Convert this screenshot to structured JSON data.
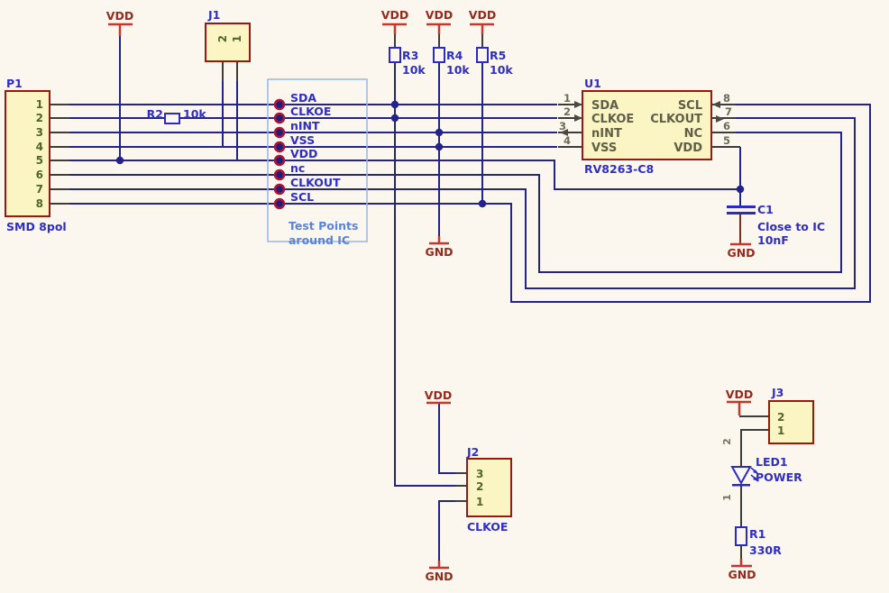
{
  "palette": {
    "background": "#fbf7ee",
    "wire_blue": "#23238b",
    "pin_stub": "#3c3c38",
    "component_fill": "#fbf4c3",
    "component_border": "#9c180c",
    "supply_red": "#c5372b",
    "supply_text_red": "#962a1c",
    "label_blue": "#2e2ec4",
    "label_light_blue": "#5b84d8",
    "pin_number_green": "#50652b",
    "pin_number_gray": "#6f6a58",
    "glyph_blue": "#2a2ac9",
    "testpoint_ring": "#b01335"
  },
  "labels": {
    "vdd": "VDD",
    "gnd": "GND"
  },
  "p1": {
    "ref": "P1",
    "value": "SMD 8pol",
    "pins": [
      "1",
      "2",
      "3",
      "4",
      "5",
      "6",
      "7",
      "8"
    ]
  },
  "j1": {
    "ref": "J1",
    "pins": [
      "2",
      "1"
    ]
  },
  "r2": {
    "ref": "R2",
    "value": "10k"
  },
  "r3": {
    "ref": "R3",
    "value": "10k"
  },
  "r4": {
    "ref": "R4",
    "value": "10k"
  },
  "r5": {
    "ref": "R5",
    "value": "10k"
  },
  "u1": {
    "ref": "U1",
    "value": "RV8263-C8",
    "left_pins": [
      {
        "num": "1",
        "name": "SDA"
      },
      {
        "num": "2",
        "name": "CLKOE"
      },
      {
        "num": "3",
        "name": "nINT"
      },
      {
        "num": "4",
        "name": "VSS"
      }
    ],
    "right_pins": [
      {
        "num": "8",
        "name": "SCL"
      },
      {
        "num": "7",
        "name": "CLKOUT"
      },
      {
        "num": "6",
        "name": "NC"
      },
      {
        "num": "5",
        "name": "VDD"
      }
    ]
  },
  "c1": {
    "ref": "C1",
    "note": "Close to IC",
    "value": "10nF"
  },
  "j2": {
    "ref": "J2",
    "value": "CLKOE",
    "pins": [
      "3",
      "2",
      "1"
    ]
  },
  "j3": {
    "ref": "J3",
    "pins": [
      "2",
      "1"
    ]
  },
  "led1": {
    "ref": "LED1",
    "value": "POWER",
    "wire_pins": [
      "2",
      "1"
    ]
  },
  "r1": {
    "ref": "R1",
    "value": "330R"
  },
  "testpoints": {
    "signals": [
      "SDA",
      "CLKOE",
      "nINT",
      "VSS",
      "VDD",
      "nc",
      "CLKOUT",
      "SCL"
    ],
    "caption1": "Test Points",
    "caption2": "around IC"
  }
}
